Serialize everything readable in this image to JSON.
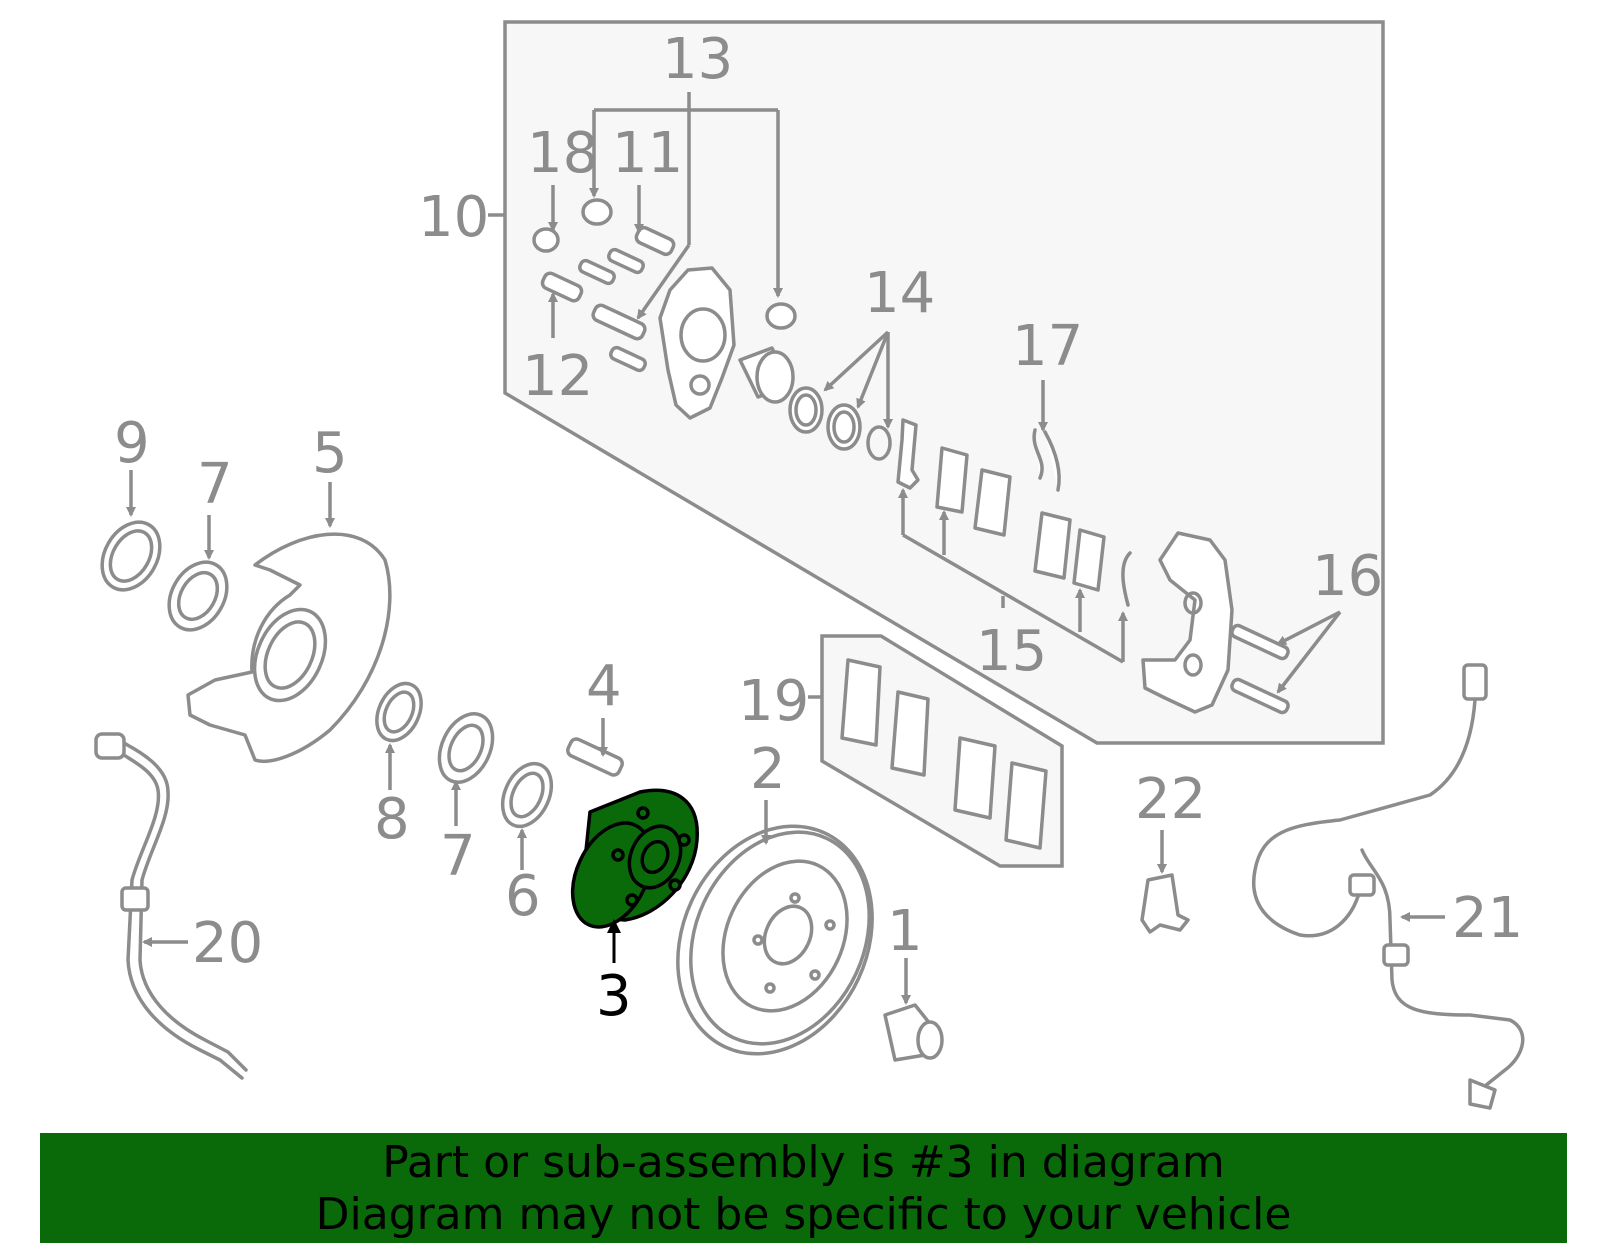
{
  "callouts": {
    "c1": "1",
    "c2": "2",
    "c3": "3",
    "c4": "4",
    "c5": "5",
    "c6": "6",
    "c7a": "7",
    "c7b": "7",
    "c8": "8",
    "c9": "9",
    "c10": "10",
    "c11": "11",
    "c12": "12",
    "c13": "13",
    "c14": "14",
    "c15": "15",
    "c16": "16",
    "c17": "17",
    "c18": "18",
    "c19": "19",
    "c20": "20",
    "c21": "21",
    "c22": "22"
  },
  "highlighted_part": "3",
  "colors": {
    "highlight": "#0a6a0a",
    "line": "#8c8c8c",
    "banner": "#0a6a0a"
  },
  "banner": {
    "line1": "Part or sub-assembly is #3 in diagram",
    "line2": "Diagram may not be specific to your vehicle"
  }
}
